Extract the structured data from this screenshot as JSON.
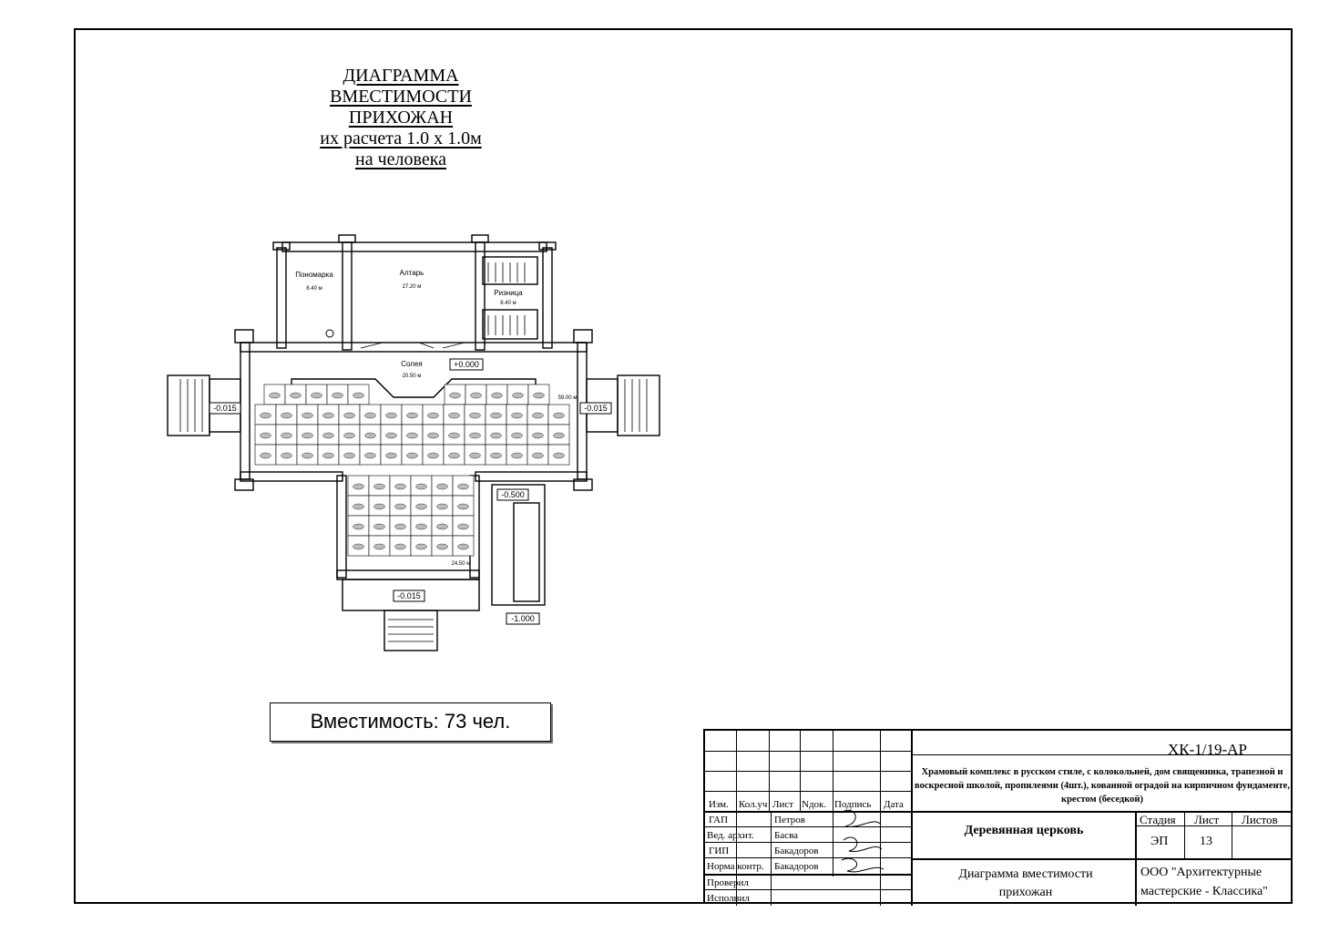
{
  "diagram_title": {
    "lines": [
      "ДИАГРАММА",
      "ВМЕСТИМОСТИ",
      "ПРИХОЖАН",
      "их расчета 1.0 х 1.0м",
      "на человека"
    ]
  },
  "rooms": {
    "ponomarka": {
      "name": "Пономарка",
      "area": "8.40 м"
    },
    "altar": {
      "name": "Алтарь",
      "area": "27.20 м"
    },
    "riznitsa": {
      "name": "Ризница",
      "area": "8.40 м"
    },
    "soleya": {
      "name": "Солея",
      "area": "20.50 м"
    },
    "nave": {
      "area": "59.00 м"
    },
    "narthex": {
      "area": "24.50 м"
    }
  },
  "levels": {
    "main": "+0.000",
    "left_porch": "-0.015",
    "right_porch": "-0.015",
    "entrance_porch": "-0.015",
    "stair_landing": "-0.500",
    "ground": "-1.000"
  },
  "capacity_text": "Вместимость: 73 чел.",
  "stamp": {
    "doc_code": "ХК-1/19-АР",
    "project_name": "Храмовый комплекс в русском стиле, с колокольней, дом священника, трапезной и воскресной школой, пропилеями (4шт.), кованной оградой на кирпичном фундаменте, крестом (беседкой)",
    "building": "Деревянная церковь",
    "sheet_title": "Диаграмма вместимости прихожан",
    "org_line1": "ООО \"Архитектурные",
    "org_line2": "мастерские - Классика\"",
    "col_headers": [
      "Изм.",
      "Кол.уч",
      "Лист",
      "Nдок.",
      "Подпись",
      "Дата"
    ],
    "roles": [
      "ГАП",
      "Вед. архит.",
      "ГИП",
      "Норма контр.",
      "Проверил",
      "Исполнил"
    ],
    "names": [
      "Петров",
      "Басва",
      "Бакадоров",
      "Бакадоров"
    ],
    "stage_label": "Стадия",
    "sheet_label": "Лист",
    "sheets_label": "Листов",
    "stage_value": "ЭП",
    "sheet_value": "13"
  }
}
